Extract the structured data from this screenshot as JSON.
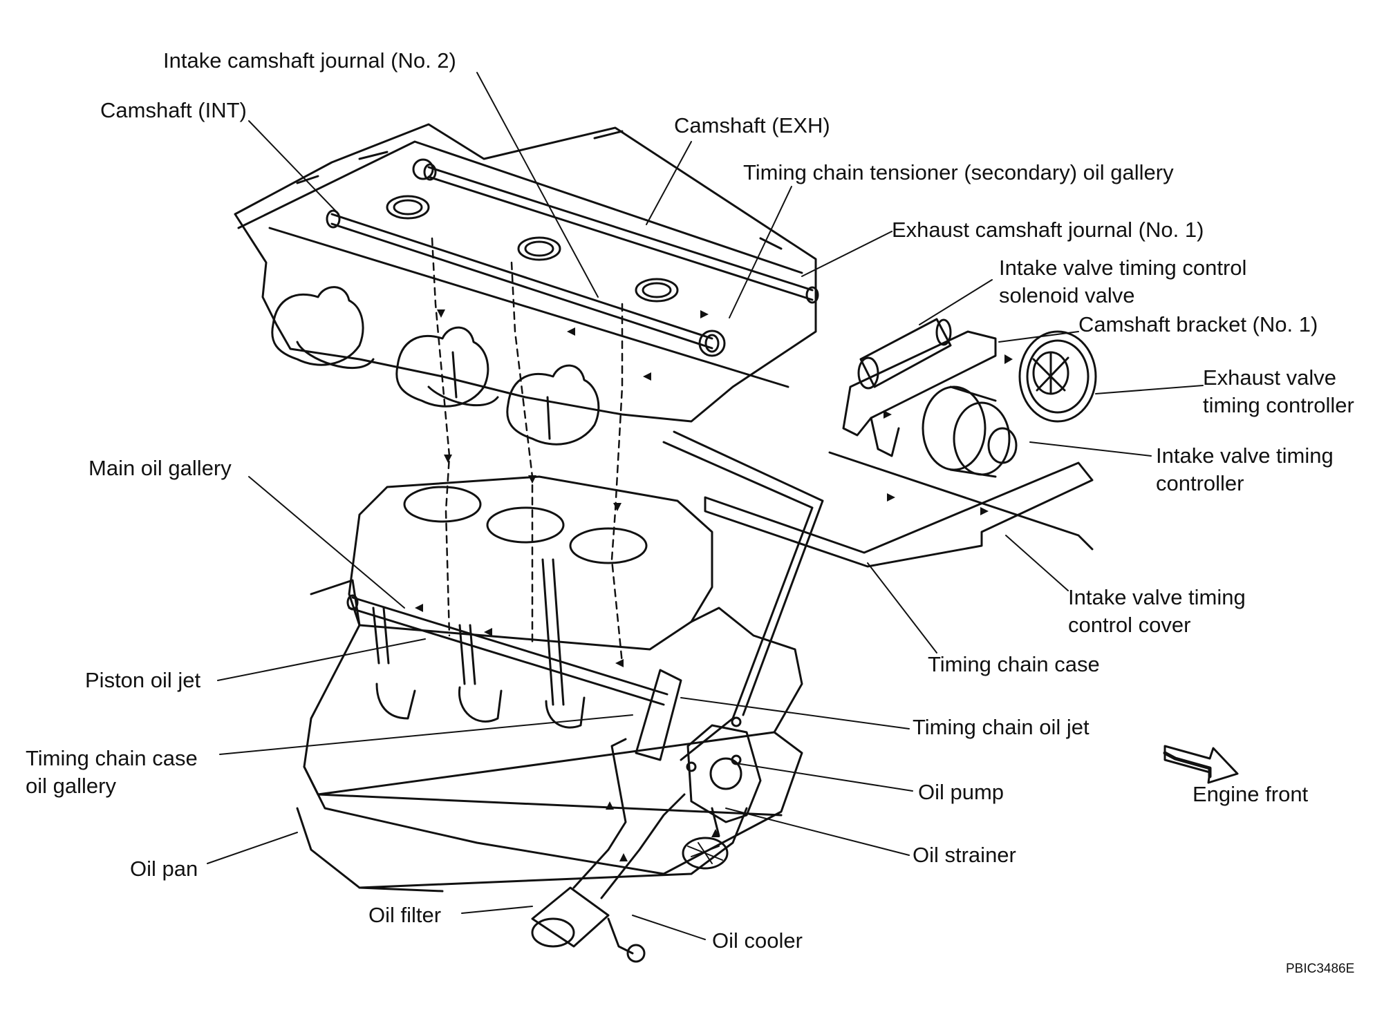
{
  "labels": {
    "intake_camshaft_journal_no2": "Intake camshaft journal (No. 2)",
    "camshaft_int": "Camshaft (INT)",
    "camshaft_exh": "Camshaft (EXH)",
    "tensioner_oil_gallery": "Timing chain tensioner (secondary) oil gallery",
    "exhaust_camshaft_journal_no1": "Exhaust camshaft journal (No. 1)",
    "intake_vtc_solenoid_line1": "Intake valve timing control",
    "intake_vtc_solenoid_line2": "solenoid valve",
    "camshaft_bracket_no1": "Camshaft bracket (No. 1)",
    "exhaust_vtc_line1": "Exhaust valve",
    "exhaust_vtc_line2": "timing controller",
    "intake_vtc_line1": "Intake valve timing",
    "intake_vtc_line2": "controller",
    "main_oil_gallery": "Main oil gallery",
    "intake_vtc_cover_line1": "Intake valve timing",
    "intake_vtc_cover_line2": "control cover",
    "timing_chain_case": "Timing chain case",
    "piston_oil_jet": "Piston oil jet",
    "timing_chain_oil_jet": "Timing chain oil jet",
    "case_oil_gallery_line1": "Timing chain case",
    "case_oil_gallery_line2": "oil gallery",
    "oil_pump": "Oil pump",
    "engine_front": "Engine front",
    "oil_pan": "Oil pan",
    "oil_strainer": "Oil strainer",
    "oil_filter": "Oil filter",
    "oil_cooler": "Oil cooler",
    "figure_code": "PBIC3486E"
  }
}
